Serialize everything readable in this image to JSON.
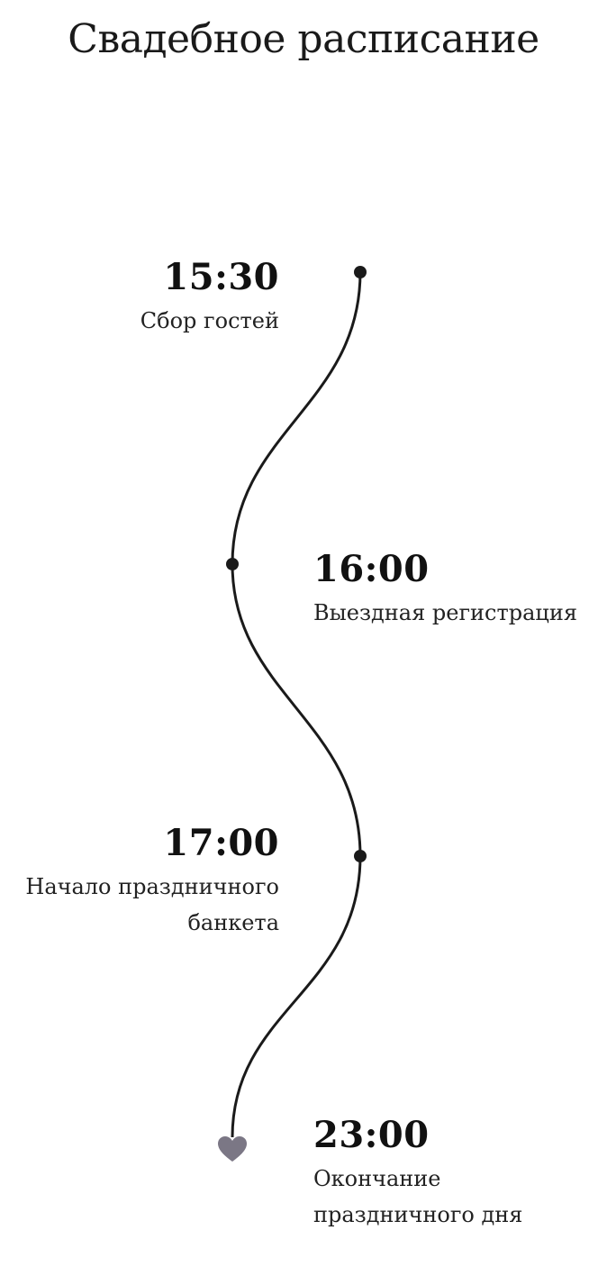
{
  "title": "Свадебное расписание",
  "colors": {
    "text": "#111111",
    "line": "#1a1a1a",
    "heart": "#7b7785"
  },
  "events": [
    {
      "time": "15:30",
      "description": "Сбор гостей"
    },
    {
      "time": "16:00",
      "description": "Выездная регистрация"
    },
    {
      "time": "17:00",
      "description": "Начало праздничного банкета"
    },
    {
      "time": "23:00",
      "description": "Окончание праздничного дня"
    }
  ],
  "end_icon": "heart-icon"
}
